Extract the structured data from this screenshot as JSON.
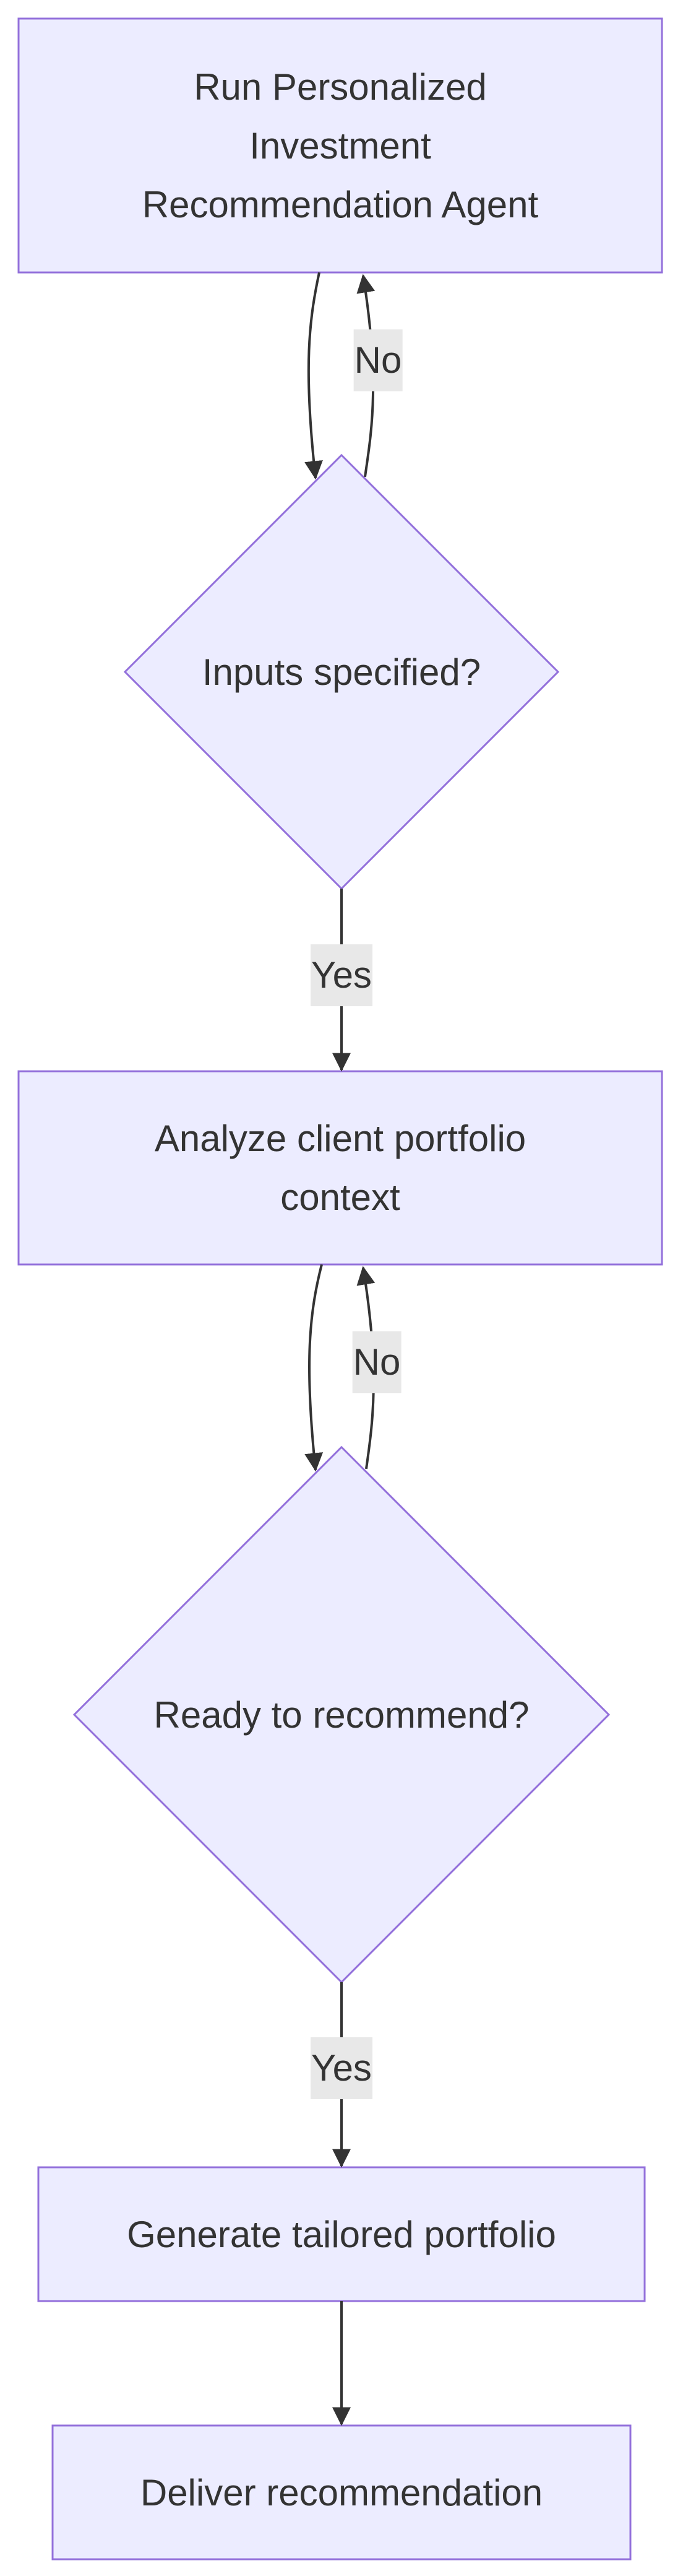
{
  "diagram": {
    "nodes": {
      "start": {
        "label": "Run Personalized Investment Recommendation Agent",
        "shape": "rectangle"
      },
      "inputs_check": {
        "label": "Inputs specified?",
        "shape": "diamond"
      },
      "analyze": {
        "label": "Analyze client portfolio context",
        "shape": "rectangle"
      },
      "ready_check": {
        "label": "Ready to recommend?",
        "shape": "diamond"
      },
      "generate": {
        "label": "Generate tailored portfolio",
        "shape": "rectangle"
      },
      "deliver": {
        "label": "Deliver recommendation",
        "shape": "rectangle"
      }
    },
    "edges": [
      {
        "from": "start",
        "to": "inputs_check",
        "label": ""
      },
      {
        "from": "inputs_check",
        "to": "start",
        "label": "No"
      },
      {
        "from": "inputs_check",
        "to": "analyze",
        "label": "Yes"
      },
      {
        "from": "analyze",
        "to": "ready_check",
        "label": ""
      },
      {
        "from": "ready_check",
        "to": "analyze",
        "label": "No"
      },
      {
        "from": "ready_check",
        "to": "generate",
        "label": "Yes"
      },
      {
        "from": "generate",
        "to": "deliver",
        "label": ""
      }
    ]
  },
  "colors": {
    "node_fill": "#ECECFF",
    "node_stroke": "#9370DB",
    "edge_stroke": "#333333",
    "edge_label_bg": "#e8e8e8",
    "text": "#333333"
  }
}
